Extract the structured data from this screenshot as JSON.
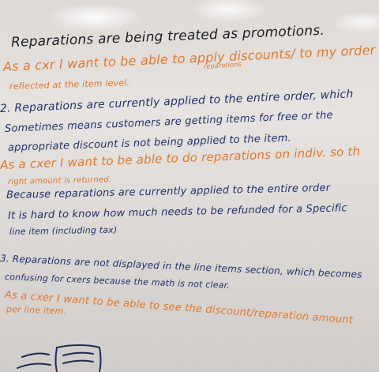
{
  "whiteboard": {
    "heading": "Reparations are being treated as promotions.",
    "story1": {
      "line1": "As a cxr I want to be able to apply discounts/ to my order & h",
      "note": "reparations",
      "line2": "reflected at the item level."
    },
    "item2": {
      "line1": "2. Reparations are currently applied to the entire order, which",
      "line2": "Sometimes means customers are getting items for free or the",
      "line3": "appropriate discount is not being applied to the item."
    },
    "story2": {
      "line1": "As a cxer I want to be able to do reparations on indiv. so th",
      "line2": "right amount is returned."
    },
    "because": {
      "line1": "Because reparations are currently applied to the entire order",
      "line2": "It is hard to know how much needs to be refunded for a Specific",
      "line3": "line item (including tax)"
    },
    "item3": {
      "line1": "3. Reparations are not displayed in the line items section, which becomes",
      "line2": "confusing for cxers because the math is not clear."
    },
    "story3": {
      "line1": "As a cxer I want to be able to see the discount/reparation amount",
      "line2": "per line item."
    }
  },
  "colors": {
    "black_marker": "#1c1c24",
    "blue_marker": "#23306b",
    "orange_marker": "#e2782b"
  }
}
